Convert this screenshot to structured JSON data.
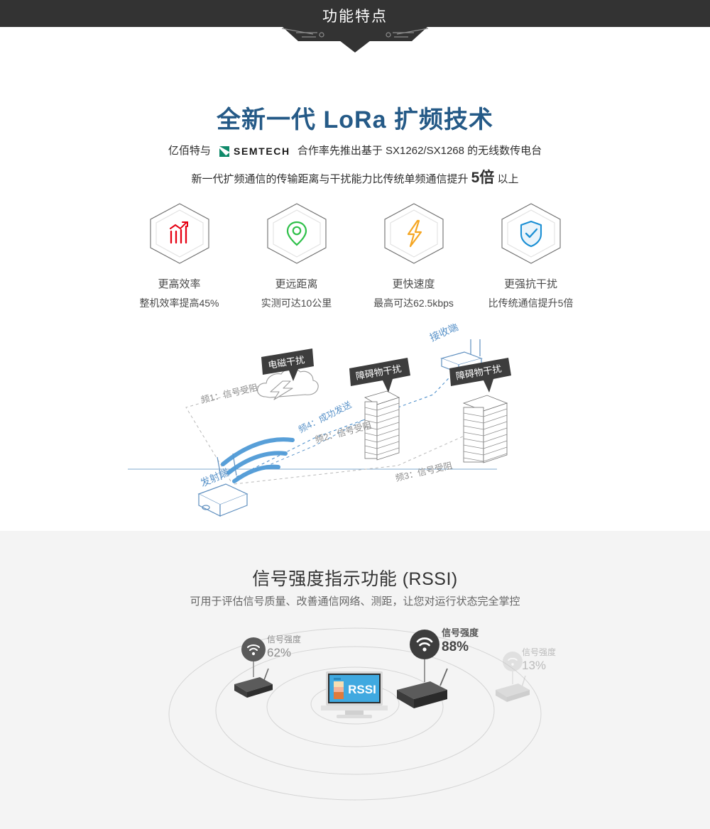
{
  "banner": {
    "title": "功能特点"
  },
  "hero": {
    "headline": "全新一代 LoRa 扩频技术",
    "line1_prefix": "亿佰特与",
    "brand": "SEMTECH",
    "line1_suffix": "合作率先推出基于 SX1262/SX1268 的无线数传电台",
    "line2_prefix": "新一代扩频通信的传输距离与干扰能力比传统单频通信提升",
    "line2_highlight": "5倍",
    "line2_suffix": "以上"
  },
  "features": [
    {
      "icon": "bar-chart-up-icon",
      "title": "更高效率",
      "desc": "整机效率提高45%",
      "color": "#e60012"
    },
    {
      "icon": "location-pin-icon",
      "title": "更远距离",
      "desc": "实测可达10公里",
      "color": "#2fc04a"
    },
    {
      "icon": "lightning-bolt-icon",
      "title": "更快速度",
      "desc": "最高可达62.5kbps",
      "color": "#f5a623"
    },
    {
      "icon": "shield-check-icon",
      "title": "更强抗干扰",
      "desc": "比传统通信提升5倍",
      "color": "#1b8fd4"
    }
  ],
  "diagram": {
    "transmitter_label": "发射端",
    "receiver_label": "接收端",
    "badges": [
      {
        "text": "电磁干扰"
      },
      {
        "text": "障碍物干扰"
      },
      {
        "text": "障碍物干扰"
      }
    ],
    "paths": [
      {
        "text": "频1：信号受阻",
        "state": "blocked"
      },
      {
        "text": "频2：信号受阻",
        "state": "blocked"
      },
      {
        "text": "频3：信号受阻",
        "state": "blocked"
      },
      {
        "text": "频4：成功发送",
        "state": "success"
      }
    ]
  },
  "rssi": {
    "title": "信号强度指示功能 (RSSI)",
    "subtitle": "可用于评估信号质量、改善通信网络、测距，让您对运行状态完全掌控",
    "screen_label": "RSSI",
    "nodes": [
      {
        "label": "信号强度",
        "value": "62%",
        "strength": "medium"
      },
      {
        "label": "信号强度",
        "value": "88%",
        "strength": "strong"
      },
      {
        "label": "信号强度",
        "value": "13%",
        "strength": "weak"
      }
    ]
  },
  "colors": {
    "banner_bg": "#333333",
    "headline_blue": "#255a87",
    "section_gray": "#f4f4f4",
    "screen_blue": "#40a9e0"
  }
}
